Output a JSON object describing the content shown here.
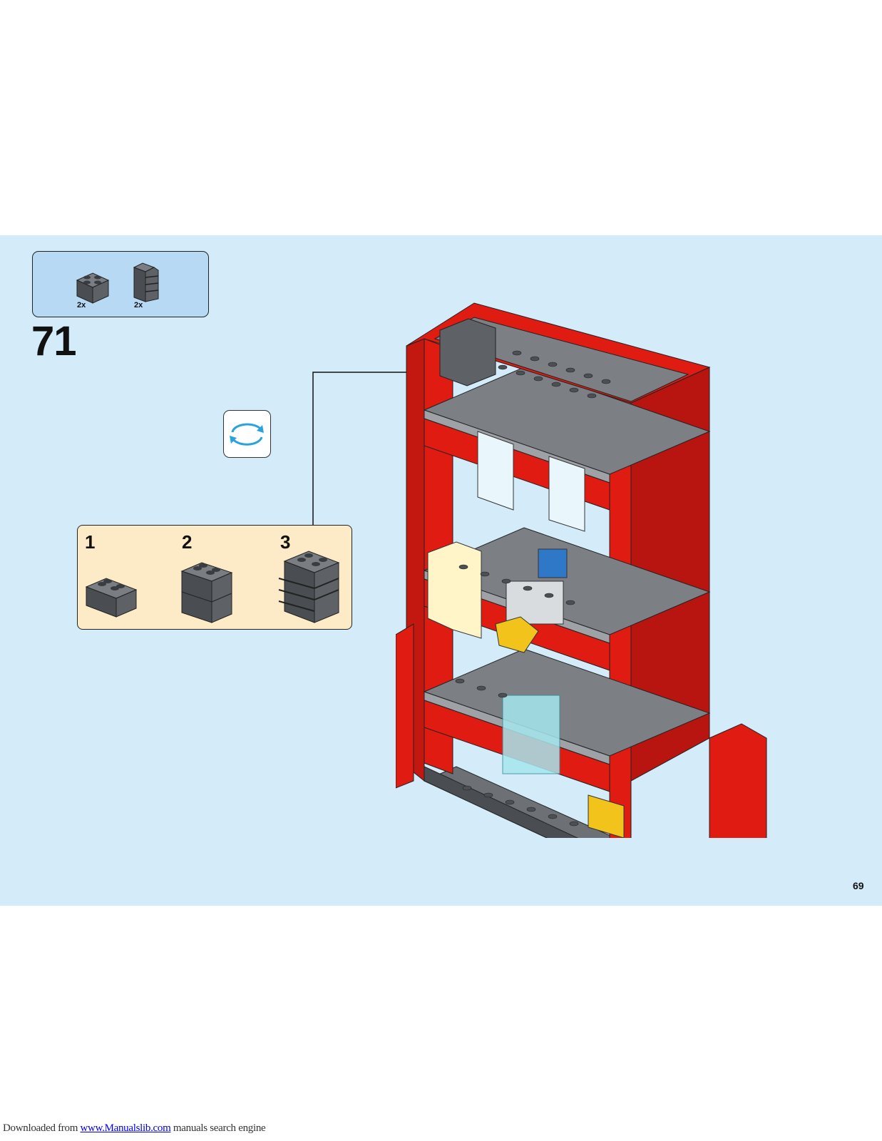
{
  "parts_list": [
    {
      "part": "brick-2x2-dark-gray-icon",
      "quantity": "2x"
    },
    {
      "part": "panel-brick-with-grille-dark-gray-icon",
      "quantity": "2x"
    }
  ],
  "step": {
    "number": "71"
  },
  "rotate_indicator": {
    "icon": "rotate-arrows-icon",
    "color": "#29a3dc"
  },
  "sub_steps": [
    {
      "number": "1"
    },
    {
      "number": "2"
    },
    {
      "number": "3"
    }
  ],
  "page": {
    "number": "69"
  },
  "colors": {
    "panel": "#d4ebfa",
    "parts_box": "#b8d9f4",
    "callout": "#fdebc8",
    "brick_red": "#e01b12",
    "dark_gray": "#5b5e62"
  },
  "footer": {
    "prefix": "Downloaded from ",
    "link": "www.Manualslib.com",
    "suffix": " manuals search engine"
  }
}
